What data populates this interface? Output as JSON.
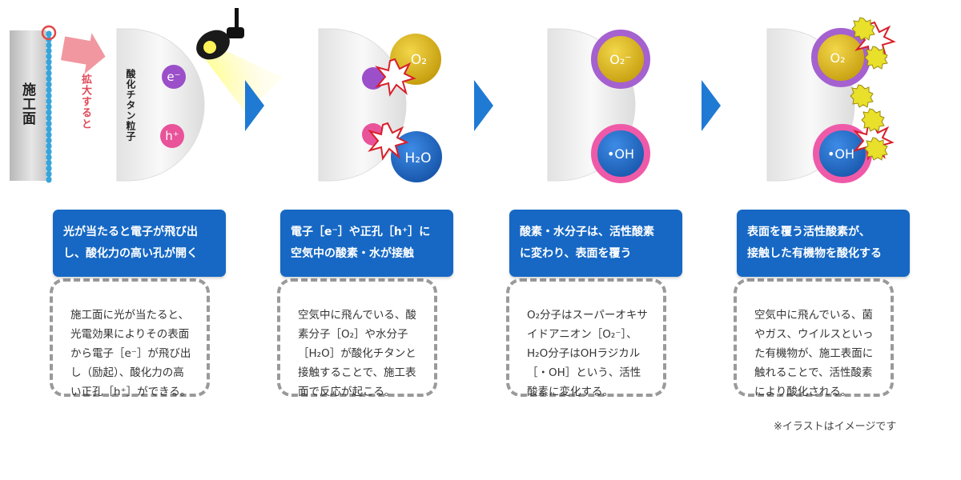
{
  "colors": {
    "blue_box": "#1668c4",
    "arrow_blue": "#1f7ad3",
    "electron": "#9b4fc9",
    "hole": "#e8539a",
    "o2": "#d8b21a",
    "h2o": "#1c67c9",
    "enlarge_arrow": "#f08c96",
    "dashed": "#9a9a9a"
  },
  "illustration": {
    "surface_label": "施工面",
    "enlarge_label": "拡大すると",
    "particle_label": "酸化チタン粒子",
    "electron": "e⁻",
    "hole": "h⁺",
    "o2": "O₂",
    "h2o": "H₂O",
    "superoxide": "O₂⁻",
    "hydroxyl": "•OH",
    "step4_top": "O₂",
    "step4_bottom": "•OH",
    "icons": [
      "light-icon",
      "explosion-icon",
      "germ-icon",
      "flow-arrow-icon"
    ]
  },
  "steps": [
    {
      "title": "光が当たると電子が飛び出\nし、酸化力の高い孔が開く",
      "text": "施工面に光が当たると、\n光電効果によりその表面\nから電子［e⁻］が飛び出\nし（励起）、酸化力の高\nい正孔［h⁺］ができる。"
    },
    {
      "title": "電子［e⁻］や正孔［h⁺］に\n空気中の酸素・水が接触",
      "text": "空気中に飛んでいる、酸\n素分子［O₂］や水分子\n［H₂O］が酸化チタンと\n接触することで、施工表\n面で反応が起こる。"
    },
    {
      "title": "酸素・水分子は、活性酸素\nに変わり、表面を覆う",
      "text": "O₂分子はスーパーオキサ\nイドアニオン［O₂⁻］、\nH₂O分子はOHラジカル\n［・OH］という、活性\n酸素に変化する。"
    },
    {
      "title": "表面を覆う活性酸素が、\n接触した有機物を酸化する",
      "text": "空気中に飛んでいる、菌\nやガス、ウイルスといっ\nた有機物が、施工表面に\n触れることで、活性酸素\nにより酸化される。"
    }
  ],
  "note": "※イラストはイメージです"
}
